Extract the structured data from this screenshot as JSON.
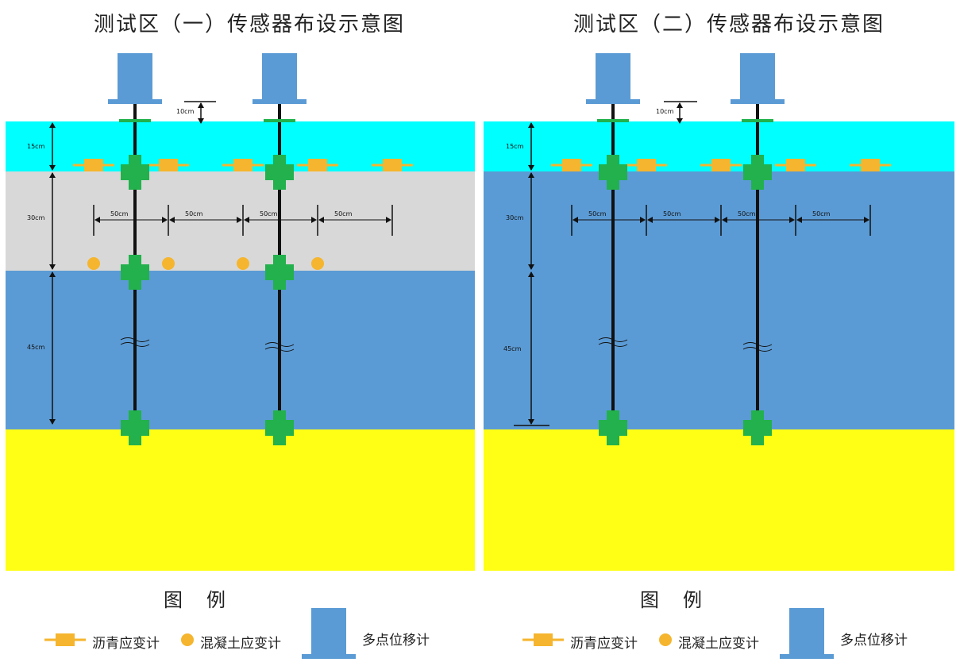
{
  "panels": [
    {
      "title": "测试区（一）传感器布设示意图",
      "layers": [
        {
          "thickness": "15cm",
          "color": "#00ffff"
        },
        {
          "thickness": "30cm",
          "color": "#d8d8d8"
        },
        {
          "thickness": "45cm",
          "color": "#5b9bd5"
        },
        {
          "thickness": "",
          "color": "#ffff15"
        }
      ],
      "top_offset": "10cm",
      "spacing": [
        "50cm",
        "50cm",
        "50cm",
        "50cm"
      ],
      "concrete_gauges": true
    },
    {
      "title": "测试区（二）传感器布设示意图",
      "layers": [
        {
          "thickness": "15cm",
          "color": "#00ffff"
        },
        {
          "thickness": "30cm",
          "color": "#5b9bd5"
        },
        {
          "thickness": "45cm",
          "color": "#5b9bd5"
        },
        {
          "thickness": "",
          "color": "#ffff15"
        }
      ],
      "top_offset": "10cm",
      "spacing": [
        "50cm",
        "50cm",
        "50cm",
        "50cm"
      ],
      "concrete_gauges": false
    }
  ],
  "legend": {
    "title": "图例",
    "asphalt_gauge": "沥青应变计",
    "concrete_gauge": "混凝土应变计",
    "displacement_meter": "多点位移计"
  },
  "colors": {
    "sensor_orange": "#f5b52e",
    "sensor_green": "#22b14c",
    "meter_blue": "#5b9bd5",
    "rod": "#111111"
  }
}
